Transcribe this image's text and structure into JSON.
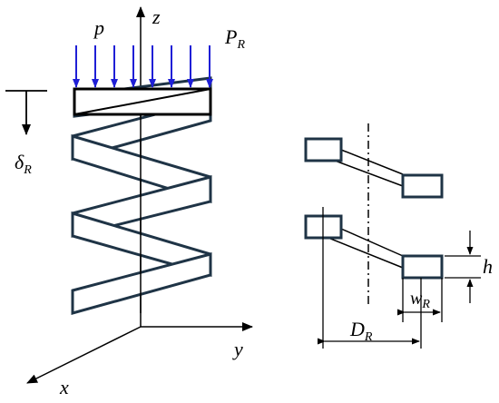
{
  "labels": {
    "p": "p",
    "z": "z",
    "P": "P",
    "P_sub": "R",
    "delta": "δ",
    "delta_sub": "R",
    "x": "x",
    "y": "y",
    "h": "h",
    "w": "w",
    "w_sub": "R",
    "D": "D",
    "D_sub": "R"
  },
  "colors": {
    "load_arrows": "#1f1fd6",
    "outline": "#1f3446",
    "ink": "#000000"
  }
}
